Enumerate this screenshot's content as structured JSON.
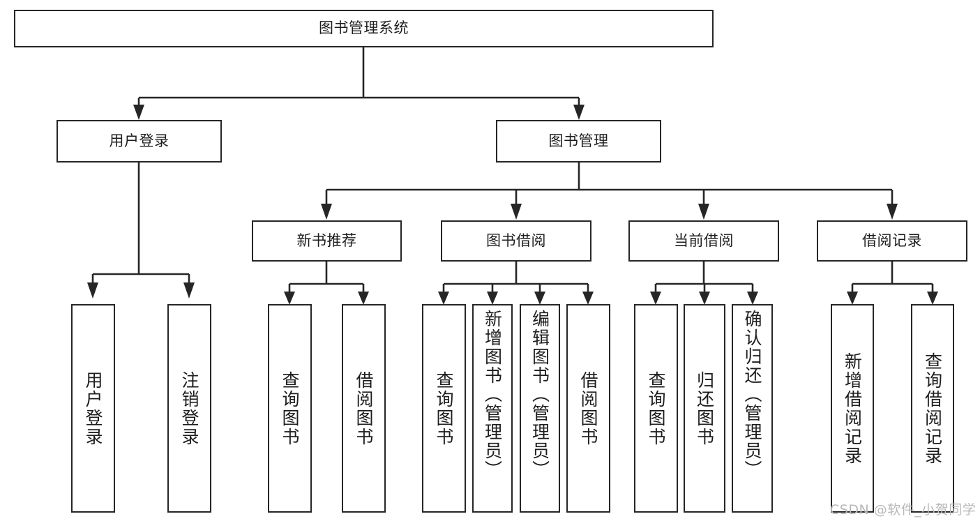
{
  "diagram": {
    "title": "图书管理系统",
    "type": "tree",
    "root": {
      "id": "root",
      "label": "图书管理系统"
    },
    "level1": [
      {
        "id": "user-login",
        "label": "用户登录"
      },
      {
        "id": "book-management",
        "label": "图书管理"
      }
    ],
    "level2": [
      {
        "id": "new-book-recommend",
        "label": "新书推荐",
        "parent": "book-management"
      },
      {
        "id": "book-borrow",
        "label": "图书借阅",
        "parent": "book-management"
      },
      {
        "id": "current-borrow",
        "label": "当前借阅",
        "parent": "book-management"
      },
      {
        "id": "borrow-record",
        "label": "借阅记录",
        "parent": "book-management"
      }
    ],
    "leaves": [
      {
        "id": "leaf-user-login",
        "label": "用户登录",
        "parent": "user-login"
      },
      {
        "id": "leaf-logout-login",
        "label": "注销登录",
        "parent": "user-login"
      },
      {
        "id": "leaf-query-book-1",
        "label": "查询图书",
        "parent": "new-book-recommend"
      },
      {
        "id": "leaf-borrow-book-1",
        "label": "借阅图书",
        "parent": "new-book-recommend"
      },
      {
        "id": "leaf-query-book-2",
        "label": "查询图书",
        "parent": "book-borrow"
      },
      {
        "id": "leaf-add-book",
        "label": "新增图书（管理员）",
        "parent": "book-borrow"
      },
      {
        "id": "leaf-edit-book",
        "label": "编辑图书（管理员）",
        "parent": "book-borrow"
      },
      {
        "id": "leaf-borrow-book-2",
        "label": "借阅图书",
        "parent": "book-borrow"
      },
      {
        "id": "leaf-query-book-3",
        "label": "查询图书",
        "parent": "current-borrow"
      },
      {
        "id": "leaf-return-book",
        "label": "归还图书",
        "parent": "current-borrow"
      },
      {
        "id": "leaf-confirm-return",
        "label": "确认归还（管理员）",
        "parent": "current-borrow"
      },
      {
        "id": "leaf-add-record",
        "label": "新增借阅记录",
        "parent": "borrow-record"
      },
      {
        "id": "leaf-query-record",
        "label": "查询借阅记录",
        "parent": "borrow-record"
      }
    ]
  },
  "watermark": {
    "text": "CSDN @软件_小贺同学"
  },
  "colors": {
    "stroke": "#262626",
    "text": "#1d1d1d",
    "background": "#ffffff",
    "watermark": "#b8b8b8"
  }
}
